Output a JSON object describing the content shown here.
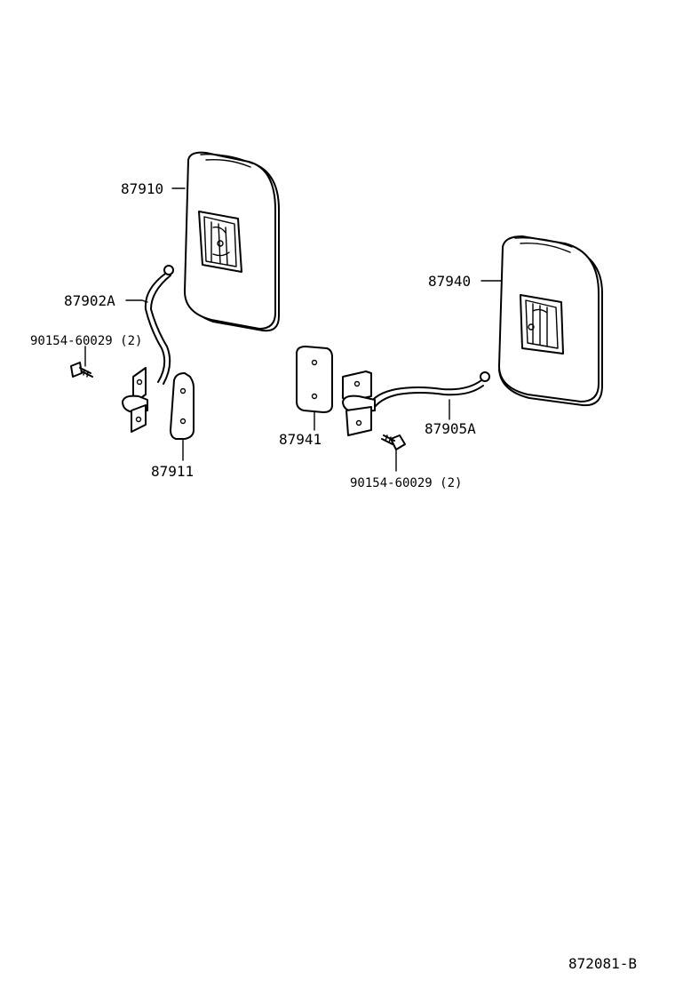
{
  "callouts": {
    "mirror_left": "87910",
    "stay_left": "87902A",
    "screw_left": "90154-60029 (2)",
    "gasket_left": "87911",
    "mirror_right": "87940",
    "gasket_right": "87941",
    "stay_right": "87905A",
    "screw_right": "90154-60029 (2)"
  },
  "diagram_id": "872081-B"
}
